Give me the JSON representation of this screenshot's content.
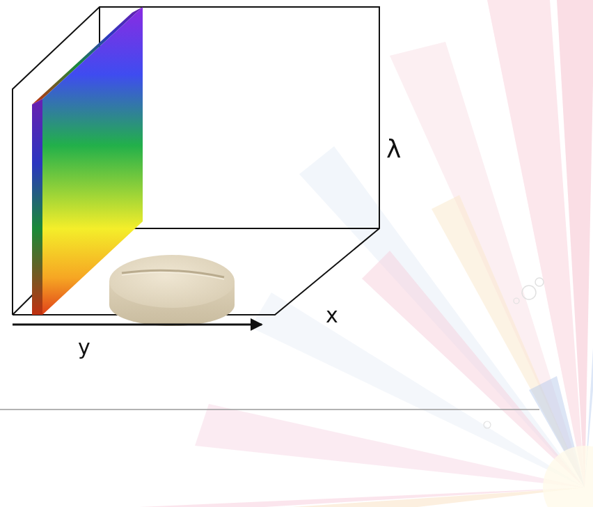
{
  "diagram": {
    "labels": [
      "λ",
      "x",
      "y"
    ]
  }
}
